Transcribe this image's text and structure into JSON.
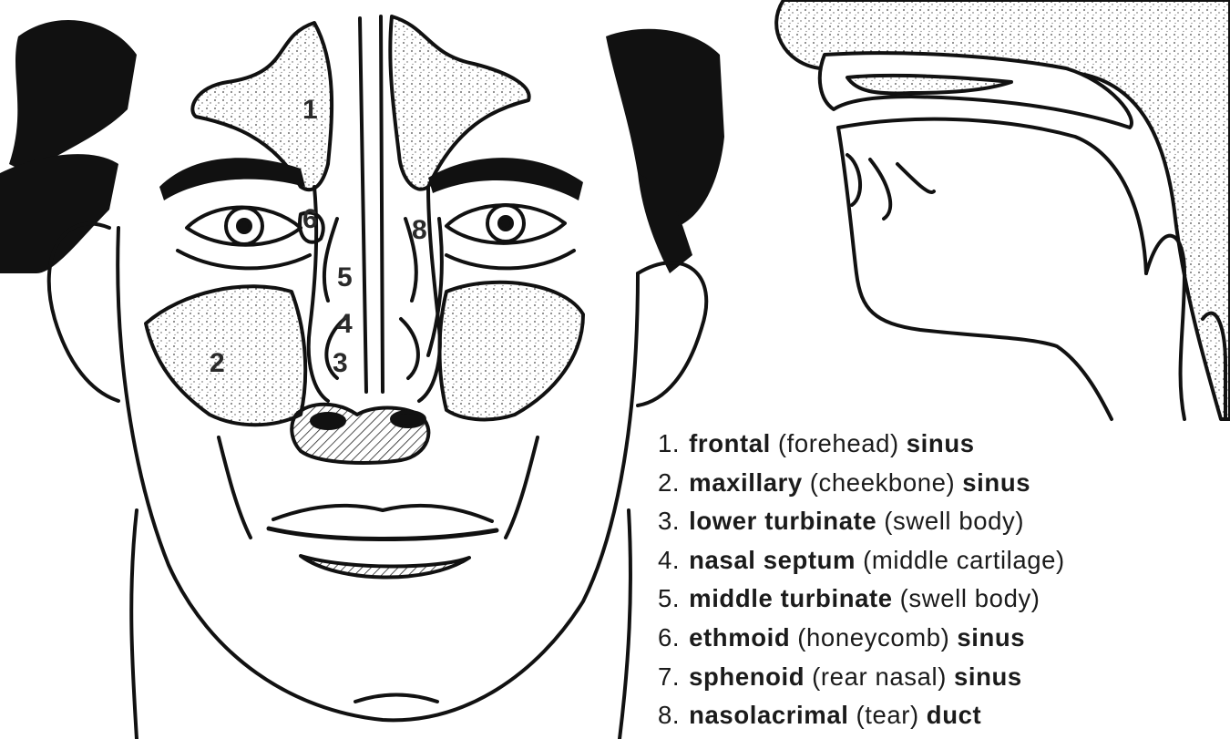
{
  "colors": {
    "ink": "#111111",
    "paper": "#ffffff",
    "text": "#1b1b1b"
  },
  "callouts": [
    {
      "id": "1",
      "label": "1"
    },
    {
      "id": "2",
      "label": "2"
    },
    {
      "id": "3",
      "label": "3"
    },
    {
      "id": "4",
      "label": "4"
    },
    {
      "id": "5",
      "label": "5"
    },
    {
      "id": "6",
      "label": "6"
    },
    {
      "id": "8",
      "label": "8"
    }
  ],
  "legend": {
    "items": [
      {
        "num": "1.",
        "term": "frontal",
        "gloss": "(forehead)",
        "tail": "sinus"
      },
      {
        "num": "2.",
        "term": "maxillary",
        "gloss": "(cheekbone)",
        "tail": "sinus"
      },
      {
        "num": "3.",
        "term": "lower turbinate",
        "gloss": "(swell body)",
        "tail": ""
      },
      {
        "num": "4.",
        "term": "nasal septum",
        "gloss": "(middle cartilage)",
        "tail": ""
      },
      {
        "num": "5.",
        "term": "middle turbinate",
        "gloss": "(swell body)",
        "tail": ""
      },
      {
        "num": "6.",
        "term": "ethmoid",
        "gloss": "(honeycomb)",
        "tail": "sinus"
      },
      {
        "num": "7.",
        "term": "sphenoid",
        "gloss": "(rear nasal)",
        "tail": "sinus"
      },
      {
        "num": "8.",
        "term": "nasolacrimal",
        "gloss": "(tear)",
        "tail": "duct"
      }
    ]
  }
}
